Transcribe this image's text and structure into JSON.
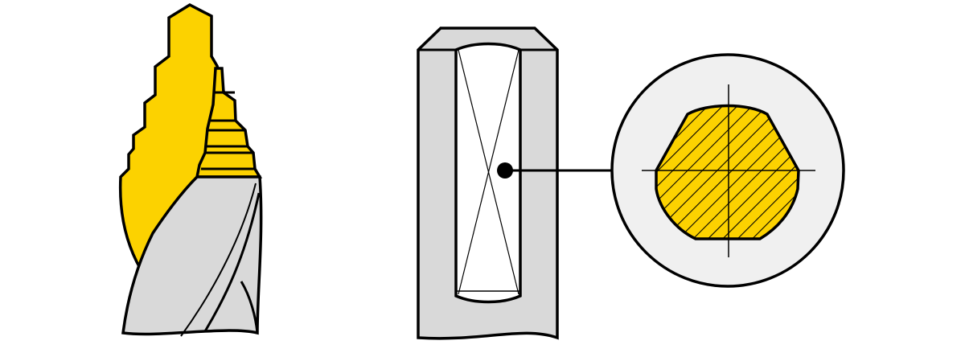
{
  "colors": {
    "bit_yellow": "#FCD200",
    "steel_grey": "#D9D9D9",
    "detail_background": "#F0F0F0",
    "outline": "#000000"
  },
  "figures": [
    {
      "name": "step-drill-bit",
      "icon": "step-drill-bit-illustration"
    },
    {
      "name": "drill-hole-section",
      "icon": "bore-section-illustration"
    },
    {
      "name": "cross-section-detail",
      "icon": "hexagonal-cross-section-illustration"
    }
  ]
}
